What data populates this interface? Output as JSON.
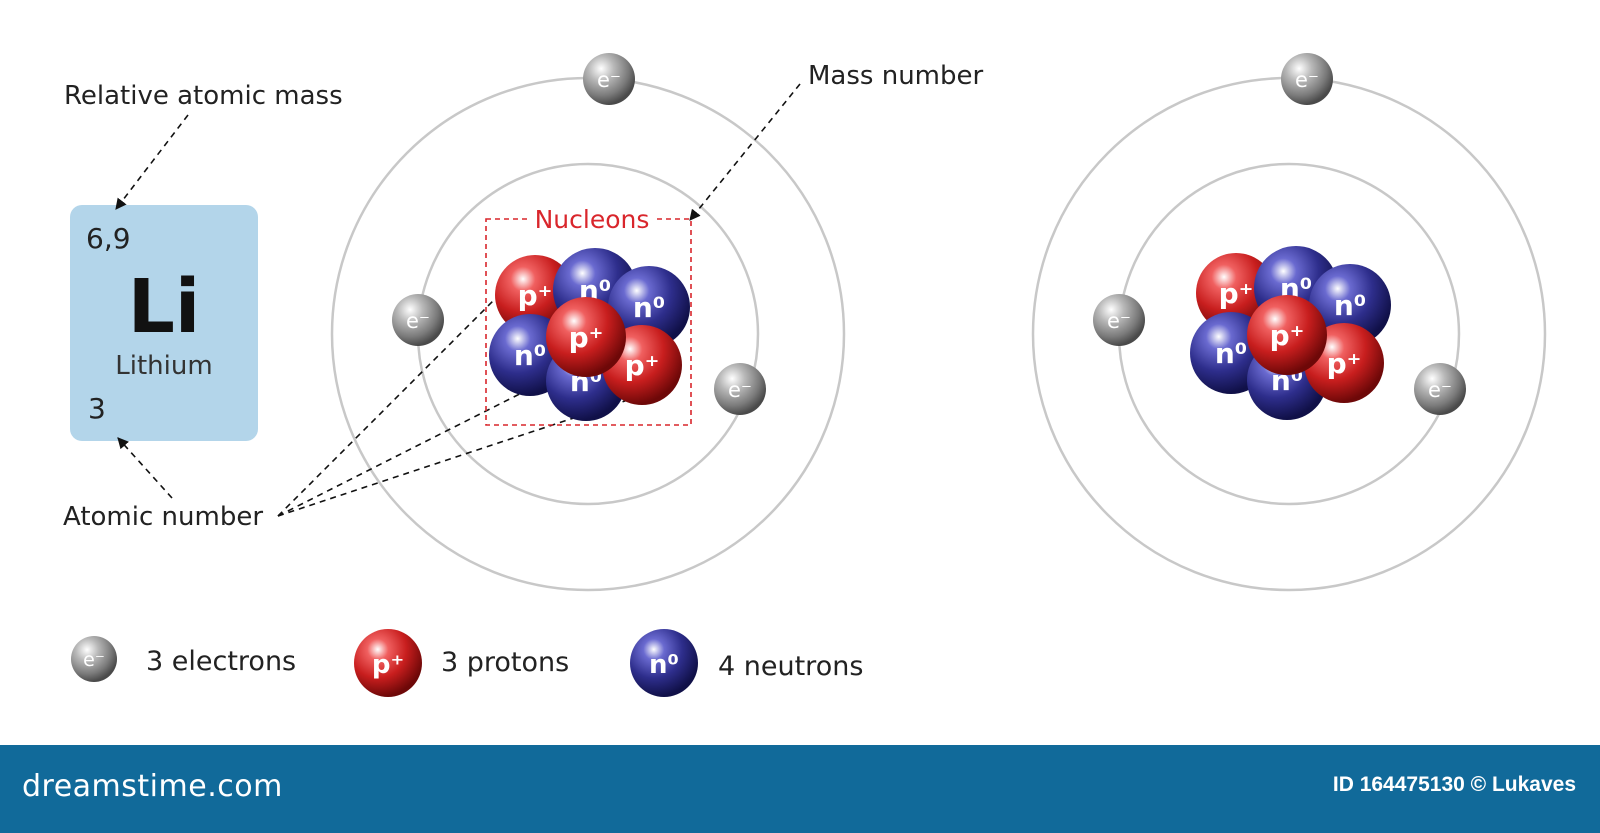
{
  "element_card": {
    "relative_atomic_mass": "6,9",
    "symbol": "Li",
    "name": "Lithium",
    "atomic_number": "3",
    "background": "#b3d5ea"
  },
  "callouts": {
    "relative_atomic_mass": "Relative atomic mass",
    "mass_number": "Mass number",
    "atomic_number": "Atomic number",
    "nucleons": "Nucleons"
  },
  "particle_labels": {
    "electron": "e⁻",
    "proton": "p⁺",
    "neutron": "n⁰"
  },
  "legend": {
    "electrons": "3 electrons",
    "protons": "3 protons",
    "neutrons": "4 neutrons"
  },
  "colors": {
    "proton": "#c81e1e",
    "neutron": "#2e2e8c",
    "electron": "#8a8a8a",
    "orbit": "#c8c8c8",
    "nucleons_box": "#d9262c",
    "footer": "#116a9a"
  },
  "footer": {
    "brand": "dreamstime.com",
    "credit": "ID 164475130 © Lukaves"
  }
}
